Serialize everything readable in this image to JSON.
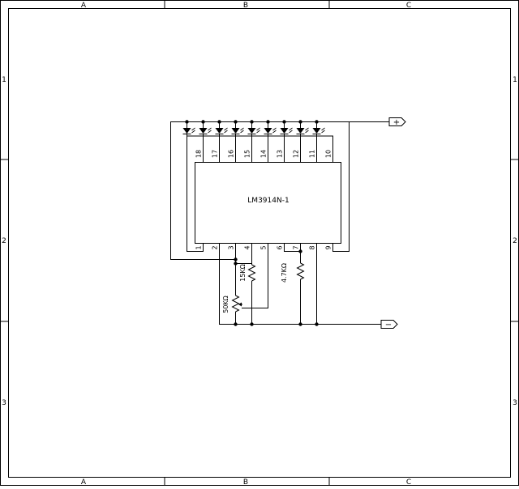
{
  "frame": {
    "columns": [
      "A",
      "B",
      "C"
    ],
    "rows": [
      "1",
      "2",
      "3"
    ]
  },
  "chip": {
    "label": "LM3914N-1",
    "top_pins": [
      "18",
      "17",
      "16",
      "15",
      "14",
      "13",
      "12",
      "11",
      "10"
    ],
    "bottom_pins": [
      "1",
      "2",
      "3",
      "4",
      "5",
      "6",
      "7",
      "8",
      "9"
    ]
  },
  "components": {
    "pot": "50KΩ",
    "r1": "15KΩ",
    "r2": "4.7KΩ"
  },
  "ports": {
    "positive": "+",
    "negative": "−"
  }
}
